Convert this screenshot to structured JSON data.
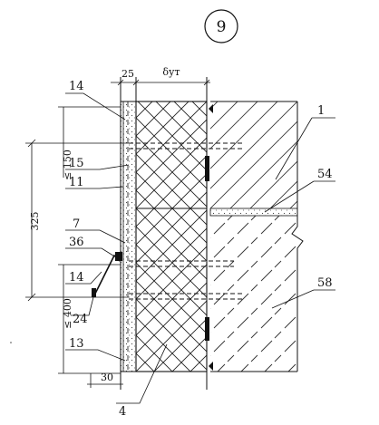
{
  "sheet_number": "9",
  "dimensions": {
    "plaster": "25",
    "insulation": "δут",
    "anchor_spacing": "325",
    "max_150": "≤ 150",
    "max_400": "≤ 400",
    "bottom_offset": "30"
  },
  "labels": {
    "l1": "1",
    "l4": "4",
    "l7": "7",
    "l11": "11",
    "l13": "13",
    "l14a": "14",
    "l14b": "14",
    "l15": "15",
    "l24": "24",
    "l36": "36",
    "l54": "54",
    "l58": "58"
  }
}
